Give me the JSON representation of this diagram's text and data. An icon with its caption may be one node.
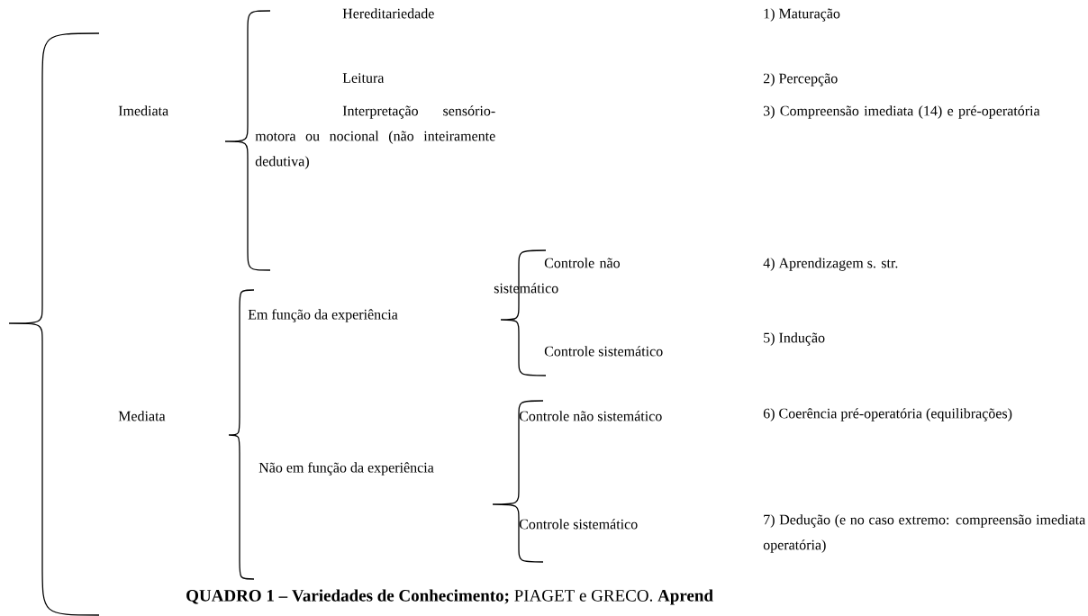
{
  "diagram": {
    "caption": "**QUADRO 1 – Variedades de Conhecimento;** PIAGET e GRECO. **Aprend**",
    "labels": [
      "Hereditariedade",
      "1) Maturação",
      "Imediata",
      "Leitura",
      "2) Percepção",
      "Interpretação sensório-motora ou nocional (não inteiramente dedutiva)",
      "3) Compreensão imediata (14) e pré-operatória",
      "Controle não sistemático",
      "4) Aprendizagem s. str.",
      "Em função da experiência",
      "Controle sistemático",
      "5) Indução",
      "Mediata",
      "Controle não sistemático",
      "6) Coerência pré-operatória (equilibrações)",
      "Não em função da experiência",
      "Controle sistemático",
      "7) Dedução (e no caso extremo: compreensão imediata operatória)"
    ]
  }
}
